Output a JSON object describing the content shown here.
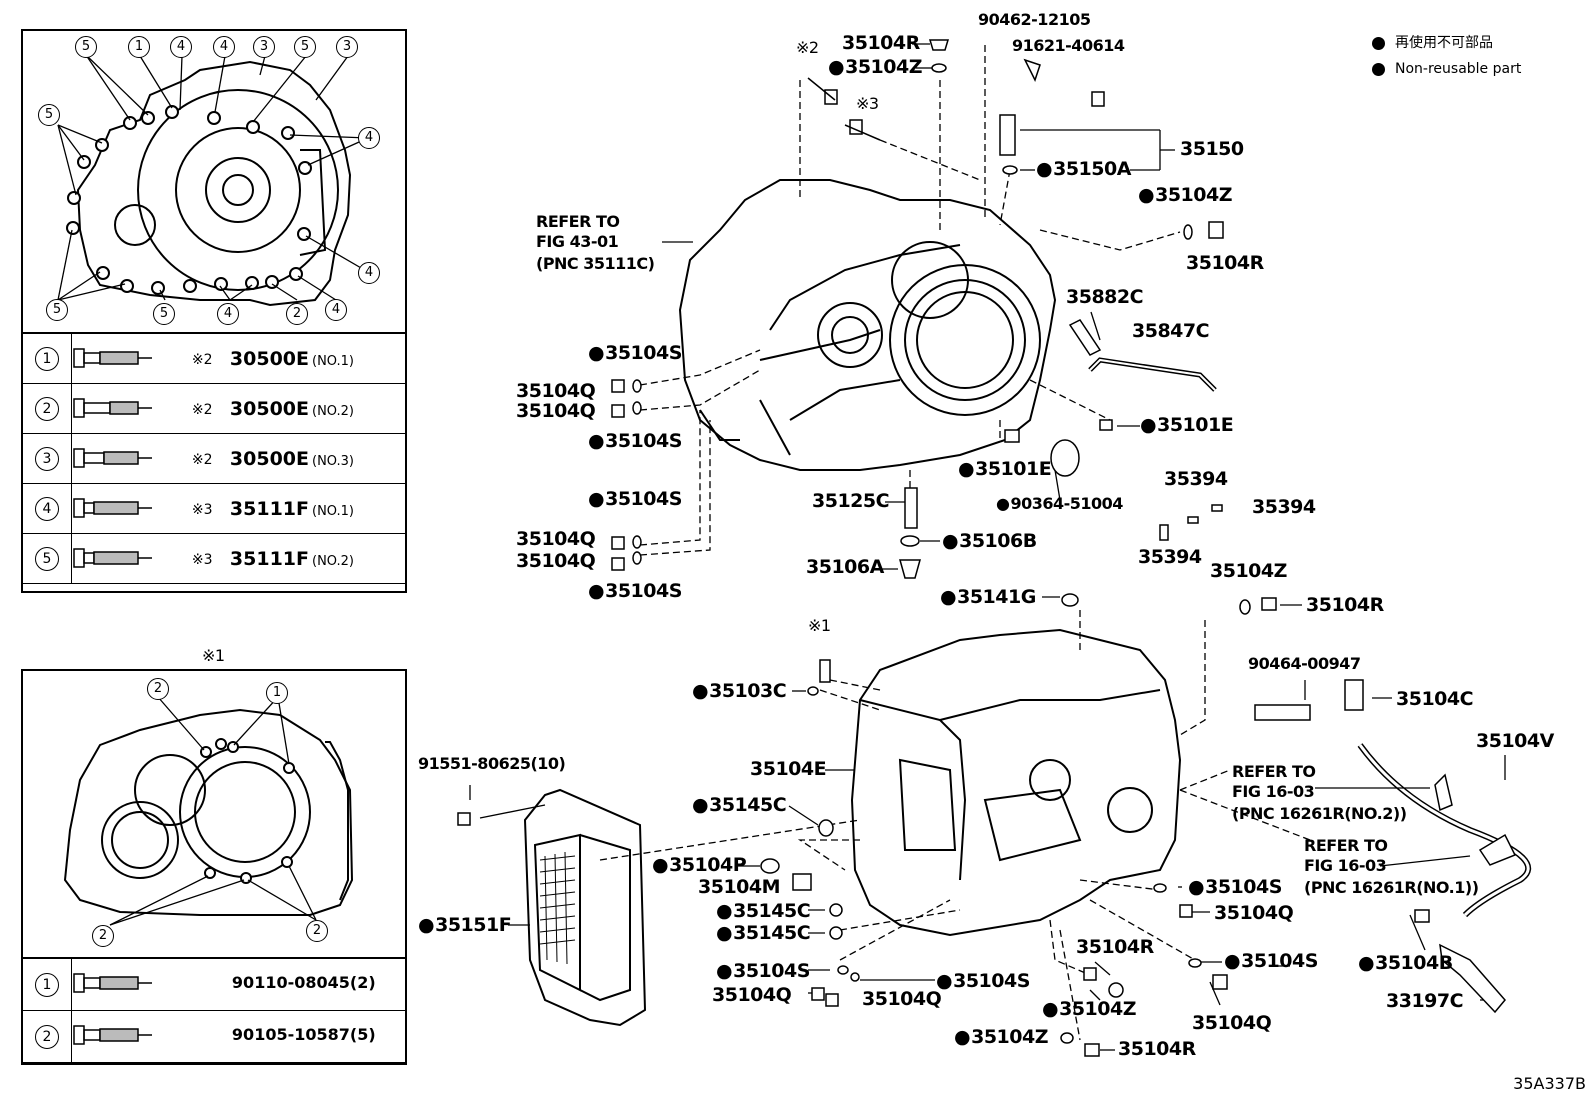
{
  "legend": {
    "line1": "再使用不可部品",
    "line2": "Non-reusable part"
  },
  "diagram_code": "35A337B",
  "marks": {
    "m1": "※1",
    "m2": "※2",
    "m3": "※3"
  },
  "table1": [
    {
      "no": "1",
      "mark": "※2",
      "part": "30500E",
      "qual": "(NO.1)"
    },
    {
      "no": "2",
      "mark": "※2",
      "part": "30500E",
      "qual": "(NO.2)"
    },
    {
      "no": "3",
      "mark": "※2",
      "part": "30500E",
      "qual": "(NO.3)"
    },
    {
      "no": "4",
      "mark": "※3",
      "part": "35111F",
      "qual": "(NO.1)"
    },
    {
      "no": "5",
      "mark": "※3",
      "part": "35111F",
      "qual": "(NO.2)"
    }
  ],
  "table2": [
    {
      "no": "1",
      "part": "90110-08045(2)"
    },
    {
      "no": "2",
      "part": "90105-10587(5)"
    }
  ],
  "callouts1": {
    "c1": "1",
    "c2": "2",
    "c3": "3",
    "c4": "4",
    "c5": "5"
  },
  "labels": {
    "p35104R_a": "35104R",
    "p35104Z_a": "35104Z",
    "p90462": "90462-12105",
    "p91621": "91621-40614",
    "p35150": "35150",
    "p35150A": "35150A",
    "p35104Z_b": "35104Z",
    "p35104R_b": "35104R",
    "ref1a": "REFER TO",
    "ref1b": "FIG 43-01",
    "ref1c": "(PNC 35111C)",
    "p35882C": "35882C",
    "p35847C": "35847C",
    "p35104S_1": "35104S",
    "p35104Q_1": "35104Q",
    "p35104Q_2": "35104Q",
    "p35104S_2": "35104S",
    "p35101E_a": "35101E",
    "p35101E_b": "35101E",
    "p90364": "90364-51004",
    "p35125C": "35125C",
    "p35106B": "35106B",
    "p35106A": "35106A",
    "p35394_a": "35394",
    "p35394_b": "35394",
    "p35394_c": "35394",
    "p35104S_3": "35104S",
    "p35104Q_3": "35104Q",
    "p35104Q_4": "35104Q",
    "p35104S_4": "35104S",
    "p35104Z_c": "35104Z",
    "p35104R_c": "35104R",
    "p35141G": "35141G",
    "p90464": "90464-00947",
    "p35104C": "35104C",
    "p35104V": "35104V",
    "p35103C": "35103C",
    "p35104E": "35104E",
    "p35145C_a": "35145C",
    "p91551": "91551-80625(10)",
    "ref2a": "REFER TO",
    "ref2b": "FIG 16-03",
    "ref2c": "(PNC 16261R(NO.2))",
    "ref3a": "REFER TO",
    "ref3b": "FIG 16-03",
    "ref3c": "(PNC 16261R(NO.1))",
    "p35104P": "35104P",
    "p35104M": "35104M",
    "p35151F": "35151F",
    "p35145C_b": "35145C",
    "p35145C_c": "35145C",
    "p35104S_5": "35104S",
    "p35104Q_5": "35104Q",
    "p35104R_d": "35104R",
    "p35104S_6": "35104S",
    "p35104S_7": "35104S",
    "p35104S_8": "35104S",
    "p35104Q_6": "35104Q",
    "p35104Q_7": "35104Q",
    "p35104Z_d": "35104Z",
    "p35104Q_8": "35104Q",
    "p35104B": "35104B",
    "p33197C": "33197C",
    "p35104Z_e": "35104Z",
    "p35104R_e": "35104R"
  }
}
